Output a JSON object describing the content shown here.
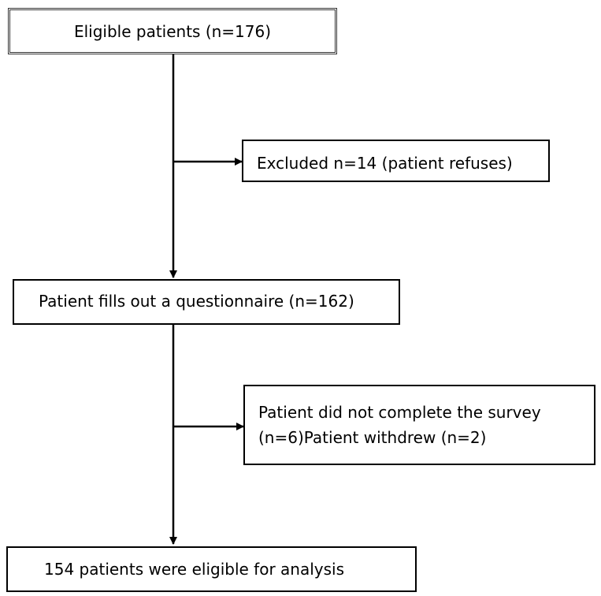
{
  "flowchart": {
    "eligible": "Eligible patients (n=176)",
    "excluded": "Excluded n=14 (patient refuses)",
    "questionnaire": "Patient fills out a questionnaire (n=162)",
    "incomplete_line1": "Patient did not complete the survey",
    "incomplete_line2": "(n=6)Patient withdrew (n=2)",
    "analysis": "154 patients were eligible for analysis"
  }
}
